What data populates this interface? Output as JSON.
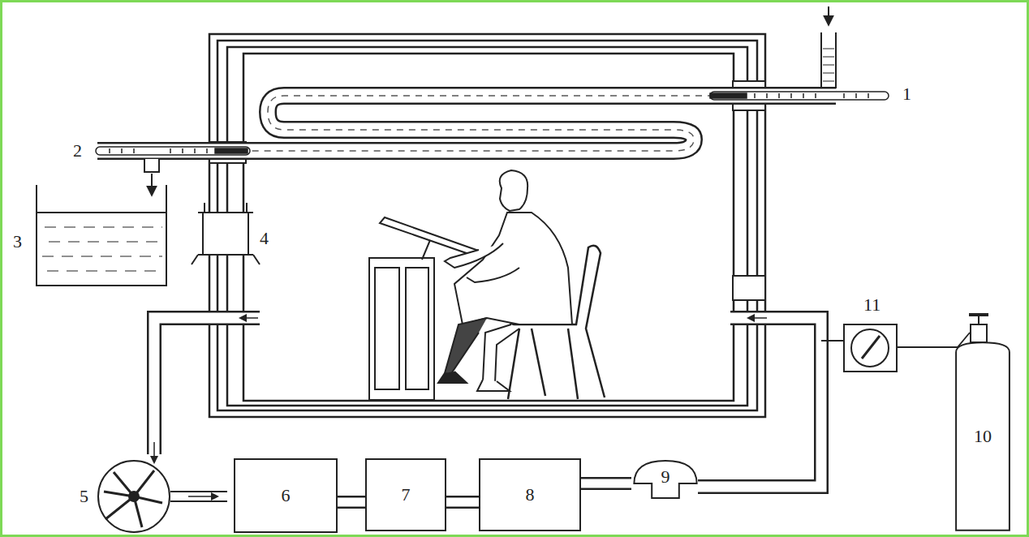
{
  "diagram": {
    "nodes": [
      {
        "text": [
          "6"
        ]
      },
      {
        "text": [
          "7"
        ]
      },
      {
        "text": [
          "8"
        ]
      },
      {
        "text": [
          "9"
        ]
      },
      {
        "text": [
          "10"
        ]
      }
    ],
    "edges": [
      {
        "from": 0,
        "to": 1,
        "arrow": "none"
      },
      {
        "from": 1,
        "to": 2,
        "arrow": "none"
      },
      {
        "from": 2,
        "to": 3,
        "arrow": "none"
      }
    ],
    "labels": [
      "1",
      "2",
      "3",
      "4",
      "5",
      "11"
    ]
  }
}
